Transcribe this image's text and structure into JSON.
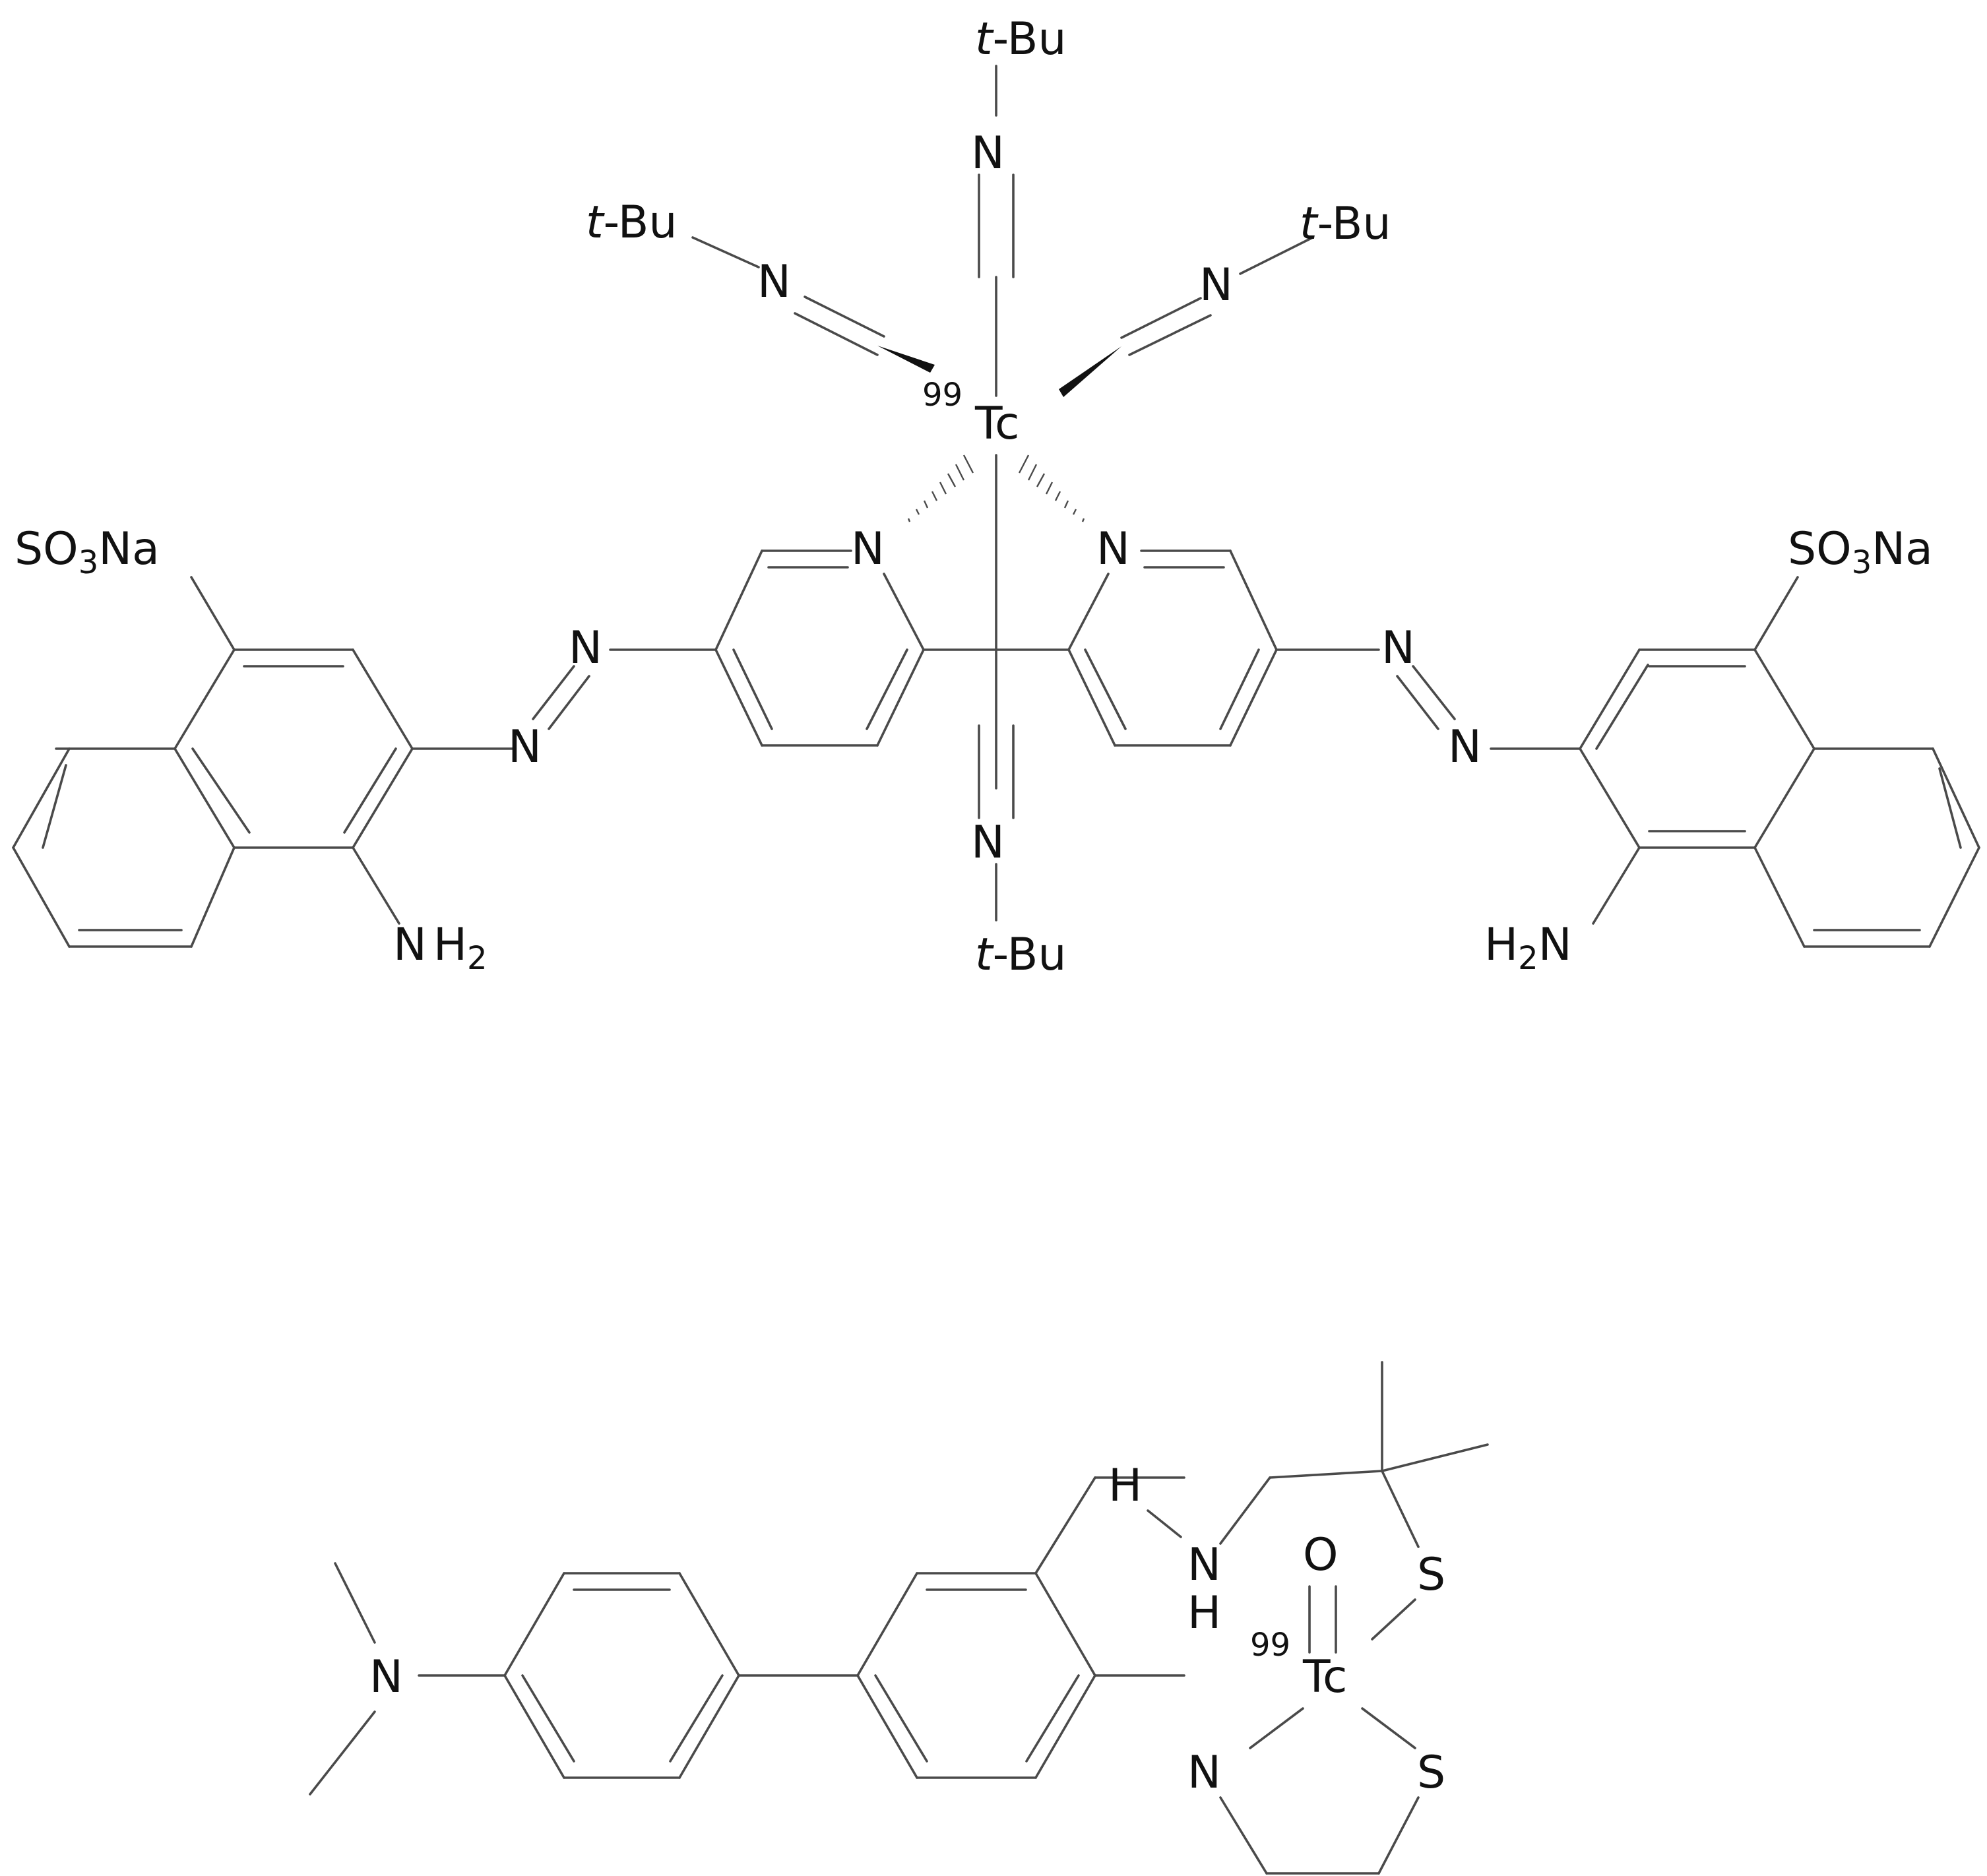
{
  "labels": {
    "tbu_prefix": "t",
    "tbu_suffix": "-Bu",
    "nitrogen": "N",
    "tc": "Tc",
    "iso_99": "99",
    "so3na_s": "SO",
    "so3na_3": "3",
    "so3na_na": "Na",
    "nh2_n": "N",
    "nh2_h": "H",
    "nh2_2": "2",
    "h2n_h": "H",
    "h2n_2": "2",
    "h2n_n": "N",
    "oxygen": "O",
    "sulfur": "S",
    "hydrogen": "H"
  }
}
